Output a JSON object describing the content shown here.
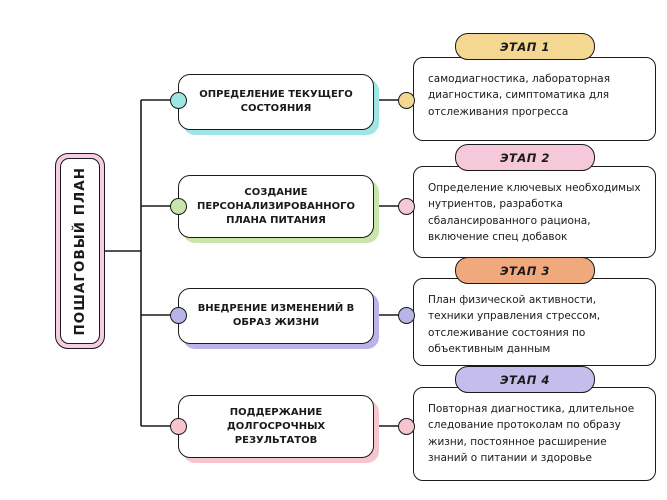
{
  "root_node": {
    "label": "ПОШАГОВЫЙ ПЛАН",
    "fill": "#f8cce2"
  },
  "stages": [
    {
      "title": "ОПРЕДЕЛЕНИЕ ТЕКУЩЕГО СОСТОЯНИЯ",
      "badge": "ЭТАП 1",
      "description": "самодиагностика, лабораторная диагностика, симптоматика для отслеживания прогресса",
      "colors": {
        "accent": "#9ee6e3",
        "badge_bg": "#f4d791",
        "connector_dot": "#f4d791"
      }
    },
    {
      "title": "СОЗДАНИЕ ПЕРСОНАЛИЗИРОВАННОГО ПЛАНА ПИТАНИЯ",
      "badge": "ЭТАП 2",
      "description": "Определение ключевых необходимых нутриентов, разработка сбалансированного рациона, включение спец добавок",
      "colors": {
        "accent": "#c9e5ab",
        "badge_bg": "#f6c9da",
        "connector_dot": "#f6c9da"
      }
    },
    {
      "title": "ВНЕДРЕНИЕ ИЗМЕНЕНИЙ В ОБРАЗ ЖИЗНИ",
      "badge": "ЭТАП 3",
      "description": "План физической активности, техники управления стрессом, отслеживание состояния по объективным данным",
      "colors": {
        "accent": "#b9b4e8",
        "badge_bg": "#f0a97d",
        "connector_dot": "#b9b4e8"
      }
    },
    {
      "title": "ПОДДЕРЖАНИЕ ДОЛГОСРОЧНЫХ РЕЗУЛЬТАТОВ",
      "badge": "ЭТАП 4",
      "description": "Повторная диагностика, длительное следование протоколам по образу жизни, постоянное расширение знаний о питании и здоровье",
      "colors": {
        "accent": "#f6c5ce",
        "badge_bg": "#c5bdec",
        "connector_dot": "#f6c5ce"
      }
    }
  ]
}
